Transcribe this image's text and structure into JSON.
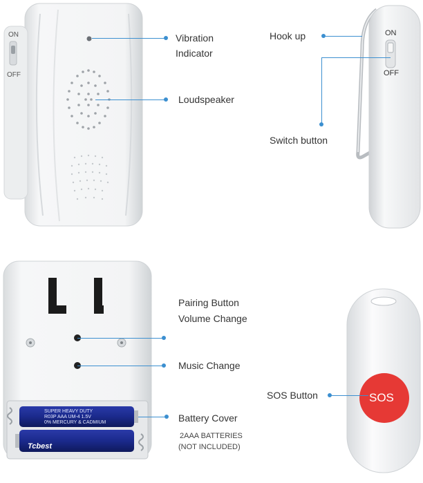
{
  "labels": {
    "vibration_line1": "Vibration",
    "vibration_line2": "Indicator",
    "loudspeaker": "Loudspeaker",
    "hook_up": "Hook up",
    "switch_button": "Switch button",
    "pairing_button": "Pairing Button",
    "volume_change": "Volume Change",
    "music_change": "Music Change",
    "sos_button": "SOS Button",
    "battery_cover": "Battery Cover",
    "batteries_line1": "2AAA BATTERIES",
    "batteries_line2": "(NOT INCLUDED)"
  },
  "device_text": {
    "receiver_on": "ON",
    "receiver_off": "OFF",
    "clip_on": "ON",
    "clip_off": "OFF",
    "sos": "SOS",
    "battery_brand": "Tcbest",
    "battery_line_a": "SUPER HEAVY DUTY",
    "battery_line_b": "R03P AAA UM-4 1.5V",
    "battery_line_c": "0% MERCURY & CADMIUM"
  },
  "colors": {
    "accent": "#3b8fd0",
    "sos_red": "#e63935",
    "battery_blue": "#1b2a8c"
  }
}
